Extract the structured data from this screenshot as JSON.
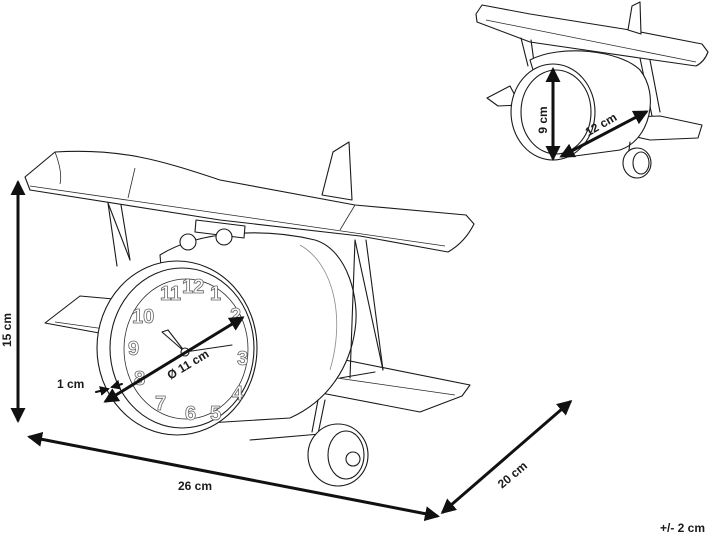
{
  "dimensions": {
    "height_large": "15 cm",
    "width_large": "26 cm",
    "depth_large": "20 cm",
    "clock_diameter": "Ø 11 cm",
    "bezel_depth": "1 cm",
    "height_small": "9 cm",
    "length_small": "12 cm",
    "tolerance": "+/- 2 cm"
  },
  "clock_face": {
    "numerals": [
      "11",
      "12",
      "1",
      "10",
      "2",
      "9",
      "3",
      "8",
      "4",
      "7",
      "6",
      "5"
    ]
  },
  "colors": {
    "line": "#1a1a1a",
    "background": "#ffffff"
  }
}
